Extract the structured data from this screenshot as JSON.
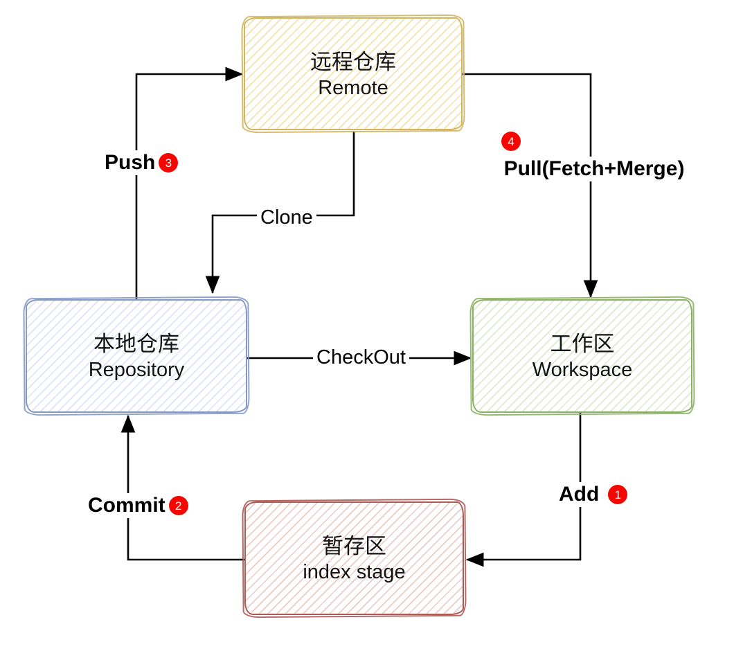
{
  "diagram_title": "git-workflow-diagram",
  "nodes": {
    "remote": {
      "title_zh": "远程仓库",
      "title_en": "Remote",
      "stroke": "#d2b55c",
      "hatch": "#f1e2ae"
    },
    "repository": {
      "title_zh": "本地仓库",
      "title_en": "Repository",
      "stroke": "#8599c8",
      "hatch": "#dde4f4"
    },
    "workspace": {
      "title_zh": "工作区",
      "title_en": "Workspace",
      "stroke": "#8bb163",
      "hatch": "#dcead0"
    },
    "index_stage": {
      "title_zh": "暂存区",
      "title_en": "index stage",
      "stroke": "#ad5a54",
      "hatch": "#ecccc8"
    }
  },
  "edges": {
    "push": {
      "label": "Push",
      "badge": "3",
      "from": "repository",
      "to": "remote"
    },
    "clone": {
      "label": "Clone",
      "from": "remote",
      "to": "repository"
    },
    "pull": {
      "label": "Pull(Fetch+Merge)",
      "badge": "4",
      "from": "remote",
      "to": "workspace"
    },
    "checkout": {
      "label": "CheckOut",
      "from": "repository",
      "to": "workspace"
    },
    "add": {
      "label": "Add",
      "badge": "1",
      "from": "workspace",
      "to": "index_stage"
    },
    "commit": {
      "label": "Commit",
      "badge": "2",
      "from": "index_stage",
      "to": "repository"
    }
  },
  "palette": {
    "arrow": "#000000",
    "badge_bg": "#f50600",
    "badge_text": "#ffffff",
    "text": "#141414",
    "background": "#ffffff"
  }
}
